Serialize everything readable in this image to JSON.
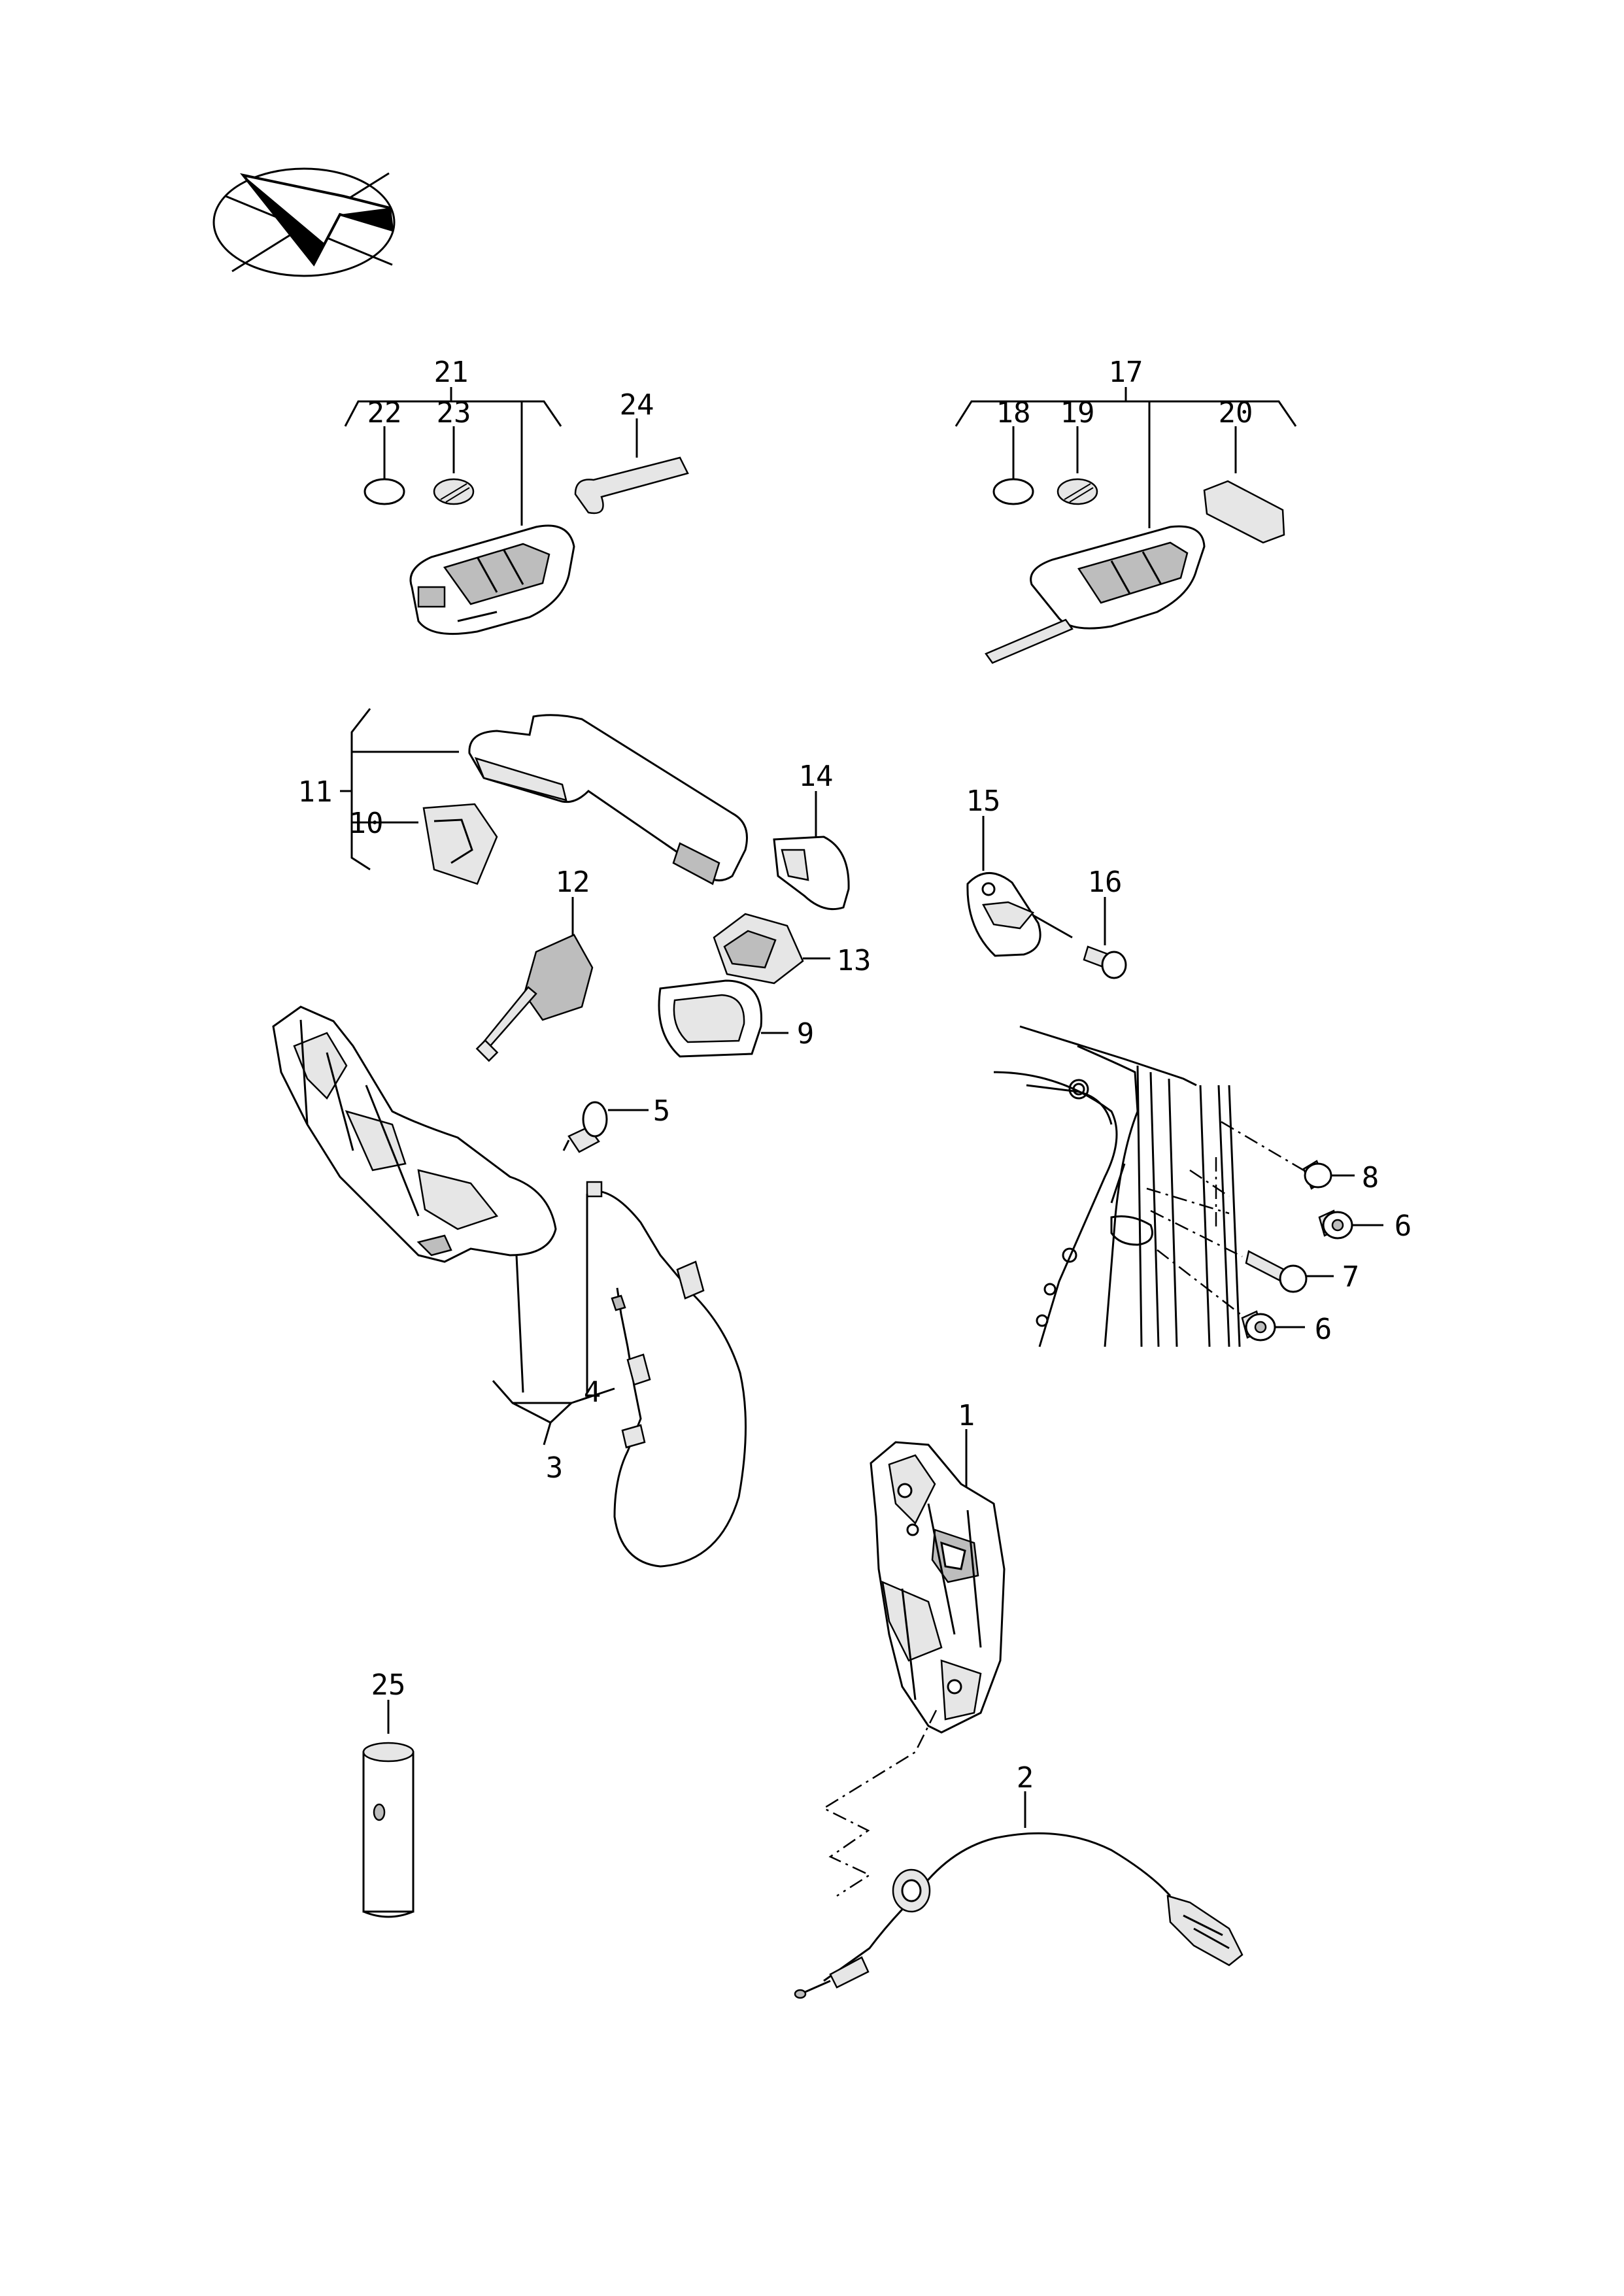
{
  "logo": {
    "icon": "vw-orientation-arrow-icon"
  },
  "callouts": {
    "c1": "1",
    "c2": "2",
    "c3": "3",
    "c4": "4",
    "c5": "5",
    "c6a": "6",
    "c6b": "6",
    "c7": "7",
    "c8": "8",
    "c9": "9",
    "c10": "10",
    "c11": "11",
    "c12": "12",
    "c13": "13",
    "c14": "14",
    "c15": "15",
    "c16": "16",
    "c17": "17",
    "c18": "18",
    "c19": "19",
    "c20": "20",
    "c21": "21",
    "c22": "22",
    "c23": "23",
    "c24": "24",
    "c25": "25"
  }
}
